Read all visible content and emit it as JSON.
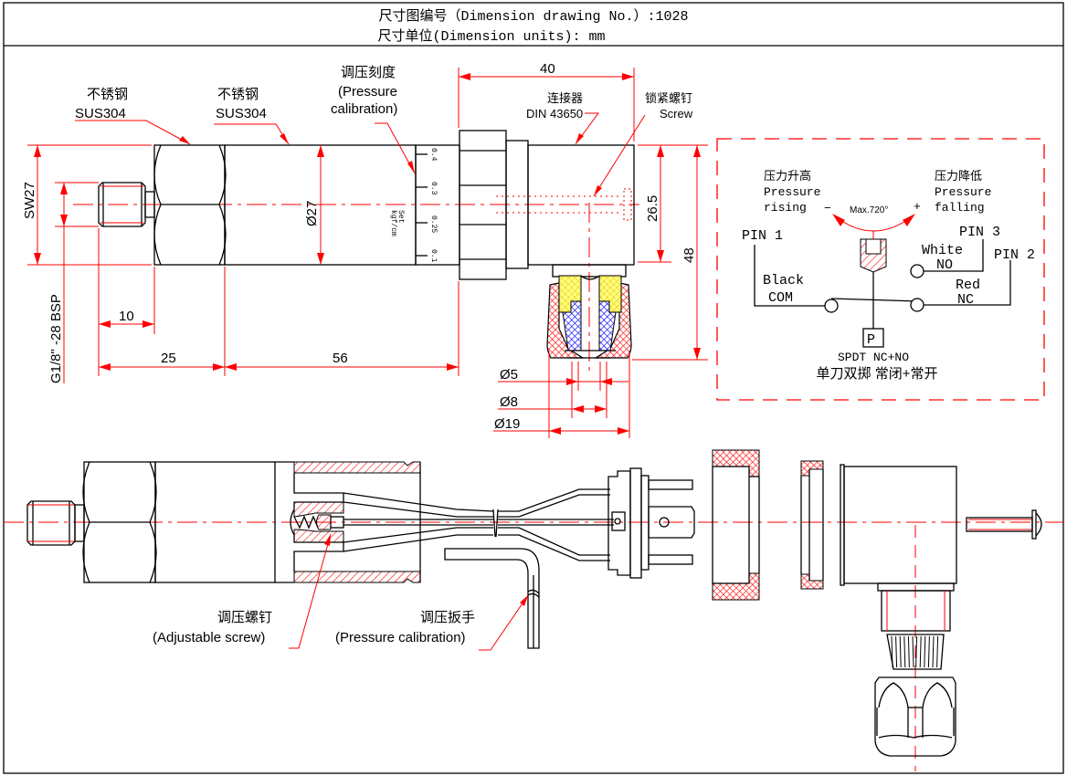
{
  "header": {
    "line1": "尺寸图编号（Dimension drawing No.）:1028",
    "line2": "尺寸单位(Dimension units): mm"
  },
  "colors": {
    "outline": "#000000",
    "dimension": "#ff0000",
    "hatch_red": "#ff0000",
    "hatch_yellow": "#ffff00",
    "hatch_blue": "#0000ff"
  },
  "top_view": {
    "labels": {
      "material1_cn": "不锈钢",
      "material1_en": "SUS304",
      "material2_cn": "不锈钢",
      "material2_en": "SUS304",
      "calibration_cn": "调压刻度",
      "calibration_en1": "(Pressure",
      "calibration_en2": "calibration)",
      "connector_cn": "连接器",
      "connector_en": "DIN 43650",
      "screw_cn": "锁紧螺钉",
      "screw_en": "Screw"
    },
    "scale": {
      "ticks": [
        "0.4",
        "0.3",
        "0.25",
        "0.1"
      ],
      "set_label": "Set",
      "unit_label": "kgf/cm"
    },
    "dimensions": {
      "sw": "SW27",
      "thread": "G1/8\" -28 BSP",
      "diameter": "Ø27",
      "len_10": "10",
      "len_25": "25",
      "len_56": "56",
      "len_40": "40",
      "h_26_5": "26.5",
      "h_48": "48",
      "d5": "Ø5",
      "d8": "Ø8",
      "d19": "Ø19"
    }
  },
  "wiring": {
    "rising_cn": "压力升高",
    "rising_en1": "Pressure",
    "rising_en2": "rising",
    "falling_cn": "压力降低",
    "falling_en1": "Pressure",
    "falling_en2": "falling",
    "minus": "−",
    "plus": "+",
    "max_angle": "Max.720°",
    "pin1": "PIN 1",
    "pin2": "PIN 2",
    "pin3": "PIN 3",
    "black": "Black",
    "com": "COM",
    "white": "White",
    "no": "NO",
    "red": "Red",
    "nc": "NC",
    "p": "P",
    "type_en": "SPDT NC+NO",
    "type_cn": "单刀双掷 常闭+常开"
  },
  "exploded_view": {
    "adjust_screw_cn": "调压螺钉",
    "adjust_screw_en": "(Adjustable screw)",
    "wrench_cn": "调压扳手",
    "wrench_en": "(Pressure calibration)"
  }
}
